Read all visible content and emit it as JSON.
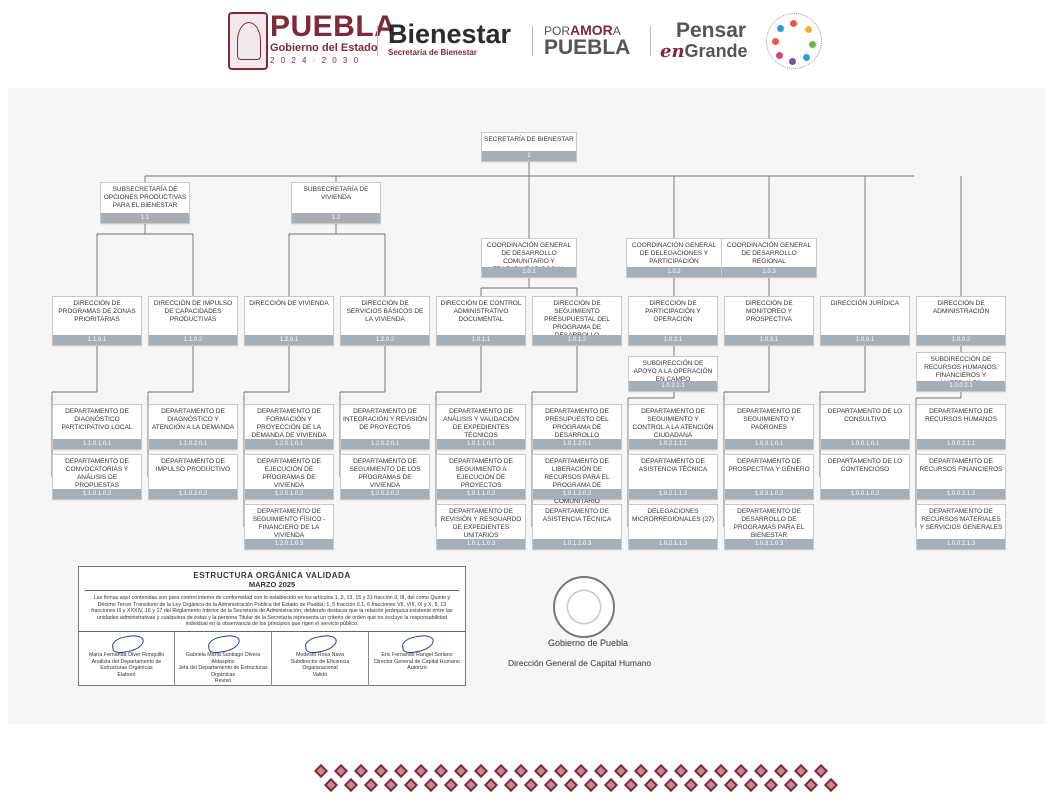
{
  "header": {
    "puebla_title": "PUEBLA",
    "puebla_subtitle": "Gobierno del Estado",
    "puebla_years": "2 0 2 4 · 2 0 3 0",
    "bienestar_title": "Bienestar",
    "bienestar_subtitle": "Secretaría de Bienestar",
    "poramor_top_a": "POR",
    "poramor_top_b": "AMOR",
    "poramor_top_c": "A",
    "poramor_bottom": "PUEBLA",
    "pensar_top": "Pensar",
    "pensar_bottom_a": "en",
    "pensar_bottom_b": "Grande"
  },
  "org_chart": {
    "nodes": [
      {
        "id": "n1",
        "label": "SECRETARÍA DE BIENESTAR",
        "code": "1"
      },
      {
        "id": "n11",
        "label": "SUBSECRETARÍA DE OPCIONES PRODUCTIVAS PARA EL BIENESTAR",
        "code": "1.1"
      },
      {
        "id": "n12",
        "label": "SUBSECRETARÍA DE VIVIENDA",
        "code": "1.2"
      },
      {
        "id": "n101",
        "label": "COORDINACIÓN GENERAL DE DESARROLLO COMUNITARIO Y TRAZABILIDAD SOCIAL",
        "code": "1.0.1"
      },
      {
        "id": "n102",
        "label": "COORDINACIÓN GENERAL DE DELEGACIONES Y PARTICIPACIÓN",
        "code": "1.0.2"
      },
      {
        "id": "n103",
        "label": "COORDINACIÓN GENERAL DE DESARROLLO REGIONAL",
        "code": "1.0.3"
      },
      {
        "id": "n1101",
        "label": "DIRECCIÓN DE PROGRAMAS DE ZONAS PRIORITARIAS",
        "code": "1.1.0.1"
      },
      {
        "id": "n1102",
        "label": "DIRECCIÓN DE IMPULSO DE CAPACIDADES PRODUCTIVAS",
        "code": "1.1.0.2"
      },
      {
        "id": "n1201",
        "label": "DIRECCIÓN DE VIVIENDA",
        "code": "1.2.0.1"
      },
      {
        "id": "n1202",
        "label": "DIRECCIÓN DE SERVICIOS BÁSICOS DE LA VIVIENDA",
        "code": "1.2.0.2"
      },
      {
        "id": "n1011",
        "label": "DIRECCIÓN DE CONTROL ADMINISTRATIVO DOCUMENTAL",
        "code": "1.0.1.1"
      },
      {
        "id": "n1012",
        "label": "DIRECCIÓN DE SEGUIMIENTO PRESUPUESTAL DEL PROGRAMA DE DESARROLLO COMUNITARIO",
        "code": "1.0.1.2"
      },
      {
        "id": "n1021",
        "label": "DIRECCIÓN DE PARTICIPACIÓN Y OPERACIÓN",
        "code": "1.0.2.1"
      },
      {
        "id": "n1031",
        "label": "DIRECCIÓN DE MONITOREO Y PROSPECTIVA",
        "code": "1.0.3.1"
      },
      {
        "id": "n1001",
        "label": "DIRECCIÓN JURÍDICA",
        "code": "1.0.0.1"
      },
      {
        "id": "n1002",
        "label": "DIRECCIÓN DE ADMINISTRACIÓN",
        "code": "1.0.0.2"
      },
      {
        "id": "n10211",
        "label": "SUBDIRECCIÓN DE APOYO A LA OPERACIÓN EN CAMPO",
        "code": "1.0.2.1.1"
      },
      {
        "id": "n10021",
        "label": "SUBDIRECCIÓN DE RECURSOS HUMANOS, FINANCIEROS Y MATERIALES",
        "code": "1.0.0.2.1"
      },
      {
        "id": "d110101",
        "label": "DEPARTAMENTO DE DIAGNÓSTICO PARTICIPATIVO LOCAL",
        "code": "1.1.0.1.0.1"
      },
      {
        "id": "d110102",
        "label": "DEPARTAMENTO DE CONVOCATORIAS Y ANÁLISIS DE PROPUESTAS",
        "code": "1.1.0.1.0.2"
      },
      {
        "id": "d110201",
        "label": "DEPARTAMENTO DE DIAGNÓSTICO Y ATENCIÓN A LA DEMANDA",
        "code": "1.1.0.2.0.1"
      },
      {
        "id": "d110202",
        "label": "DEPARTAMENTO DE IMPULSO PRODUCTIVO",
        "code": "1.1.0.2.0.2"
      },
      {
        "id": "d120101",
        "label": "DEPARTAMENTO DE FORMACIÓN Y PROYECCIÓN DE LA DEMANDA DE VIVIENDA",
        "code": "1.2.0.1.0.1"
      },
      {
        "id": "d120102",
        "label": "DEPARTAMENTO DE EJECUCIÓN DE PROGRAMAS DE VIVIENDA",
        "code": "1.2.0.1.0.2"
      },
      {
        "id": "d120103",
        "label": "DEPARTAMENTO DE SEGUIMIENTO FÍSICO - FINANCIERO DE LA VIVIENDA",
        "code": "1.2.0.1.0.3"
      },
      {
        "id": "d120201",
        "label": "DEPARTAMENTO DE INTEGRACIÓN Y REVISIÓN DE PROYECTOS",
        "code": "1.2.0.2.0.1"
      },
      {
        "id": "d120202",
        "label": "DEPARTAMENTO DE SEGUIMIENTO DE LOS PROGRAMAS DE VIVIENDA",
        "code": "1.2.0.2.0.2"
      },
      {
        "id": "d10111",
        "label": "DEPARTAMENTO DE ANÁLISIS Y VALIDACIÓN DE EXPEDIENTES TÉCNICOS",
        "code": "1.0.1.1.0.1"
      },
      {
        "id": "d10112",
        "label": "DEPARTAMENTO DE SEGUIMIENTO A EJECUCIÓN DE PROYECTOS",
        "code": "1.0.1.1.0.2"
      },
      {
        "id": "d10113",
        "label": "DEPARTAMENTO DE REVISIÓN Y RESGUARDO DE EXPEDIENTES UNITARIOS",
        "code": "1.0.1.1.0.3"
      },
      {
        "id": "d10121",
        "label": "DEPARTAMENTO DE PRESUPUESTO DEL PROGRAMA DE DESARROLLO COMUNITARIO",
        "code": "1.0.1.2.0.1"
      },
      {
        "id": "d10122",
        "label": "DEPARTAMENTO DE LIBERACIÓN DE RECURSOS PARA EL PROGRAMA DE DESARROLLO COMUNITARIO",
        "code": "1.0.1.2.0.2"
      },
      {
        "id": "d10123",
        "label": "DEPARTAMENTO DE ASISTENCIA TÉCNICA",
        "code": "1.0.1.2.0.3"
      },
      {
        "id": "d102111",
        "label": "DEPARTAMENTO DE SEGUIMIENTO Y CONTROL A LA ATENCIÓN CIUDADANA",
        "code": "1.0.2.1.1.1"
      },
      {
        "id": "d102112",
        "label": "DEPARTAMENTO DE ASISTENCIA TÉCNICA",
        "code": "1.0.2.1.1.2"
      },
      {
        "id": "d102113",
        "label": "DELEGACIONES MICRORREGIONALES (27)",
        "code": "1.0.2.1.1.3"
      },
      {
        "id": "d10311",
        "label": "DEPARTAMENTO DE SEGUIMIENTO Y PADRONES",
        "code": "1.0.3.1.0.1"
      },
      {
        "id": "d10312",
        "label": "DEPARTAMENTO DE PROSPECTIVA Y GÉNERO",
        "code": "1.0.3.1.0.2"
      },
      {
        "id": "d10313",
        "label": "DEPARTAMENTO DE DESARROLLO DE PROGRAMAS PARA EL BIENESTAR",
        "code": "1.0.3.1.0.3"
      },
      {
        "id": "d10011",
        "label": "DEPARTAMENTO DE LO CONSULTIVO",
        "code": "1.0.0.1.0.1"
      },
      {
        "id": "d10012",
        "label": "DEPARTAMENTO DE LO CONTENCIOSO",
        "code": "1.0.0.1.0.2"
      },
      {
        "id": "d100211",
        "label": "DEPARTAMENTO DE RECURSOS HUMANOS",
        "code": "1.0.0.2.1.1"
      },
      {
        "id": "d100212",
        "label": "DEPARTAMENTO DE RECURSOS FINANCIEROS",
        "code": "1.0.0.2.1.2"
      },
      {
        "id": "d100213",
        "label": "DEPARTAMENTO DE RECURSOS MATERIALES Y SERVICIOS GENERALES",
        "code": "1.0.0.2.1.3"
      }
    ]
  },
  "validation": {
    "title": "ESTRUCTURA ORGÁNICA VALIDADA",
    "date": "MARZO 2025",
    "text": "Las firmas aquí contenidas son para control interno de conformidad con lo establecido en los artículos 1, 3, 13, 15 y 31 fracción II, III, del como Quinto y Décimo Tercer Transitorio de la Ley Orgánica de la Administración Pública del Estado de Puebla; 1, 5 fracción II.1, 6 fracciones VII, VIII, IX y X, 9, 13 fracciones III y XXXIV, 16 y 17 del Reglamento Interior de la Secretaría de Administración; debiendo destacar que la relación jerárquica existente entre las unidades administrativas y cualquiera de éstas y la persona Titular de la Secretaría representa un criterio de orden que no excluye la responsabilidad individual en la observancia de los principios que rigen el servicio público.",
    "signatures": [
      {
        "name": "María Fernanda Olver Ronquillo",
        "role": "Analista del Departamento de Estructuras Orgánicas",
        "action": "Elaboró"
      },
      {
        "name": "Gabriela María Santiago Olvera Aldaspino",
        "role": "Jefa del Departamento de Estructuras Orgánicas",
        "action": "Revisó"
      },
      {
        "name": "Modesto Rosa Nava",
        "role": "Subdirector de Eficiencia Organizacional",
        "action": "Validó"
      },
      {
        "name": "Eric Fernando Rangel Soriano",
        "role": "Director General de Capital Humano",
        "action": "Autorizó"
      }
    ]
  },
  "stamp": {
    "text": "Gobierno de Puebla",
    "direction": "Dirección General de Capital Humano"
  }
}
